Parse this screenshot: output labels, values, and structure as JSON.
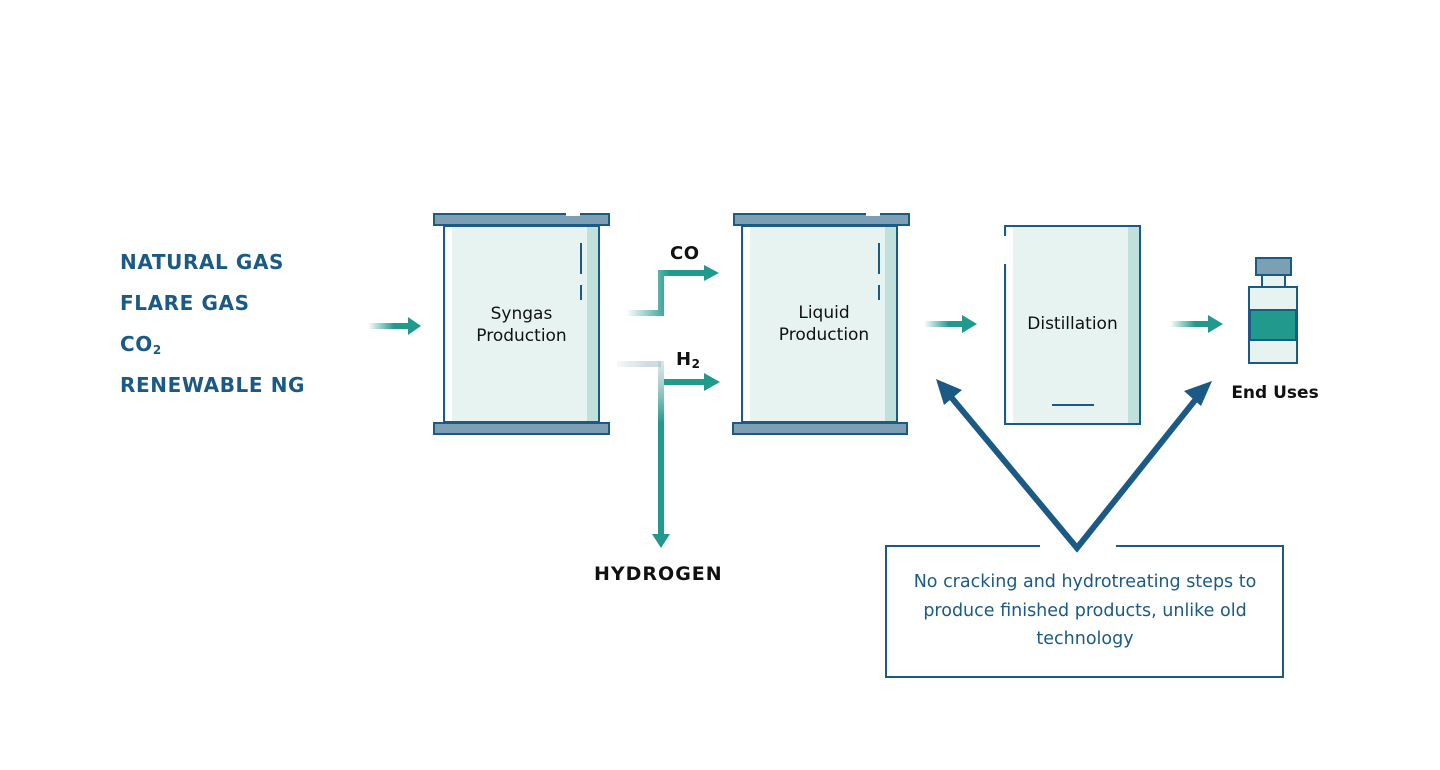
{
  "feedstocks": {
    "natural_gas": "NATURAL GAS",
    "flare_gas": "FLARE GAS",
    "co2_base": "CO",
    "co2_subscript": "2",
    "renewable_ng": "RENEWABLE NG"
  },
  "stages": {
    "syngas_line1": "Syngas",
    "syngas_line2": "Production",
    "liquid_line1": "Liquid",
    "liquid_line2": "Production",
    "distillation": "Distillation",
    "end_uses": "End Uses"
  },
  "streams": {
    "co": "CO",
    "h2_base": "H",
    "h2_subscript": "2",
    "hydrogen": "HYDROGEN"
  },
  "note": {
    "text": "No cracking and hydrotreating steps to produce finished products, unlike old technology"
  },
  "colors": {
    "teal": "#1f9a8c",
    "navy": "#1a5a85",
    "vessel_fill": "#e6f3f1",
    "vessel_shade": "#bfe0db",
    "cap_fill": "#7d9fb3"
  }
}
